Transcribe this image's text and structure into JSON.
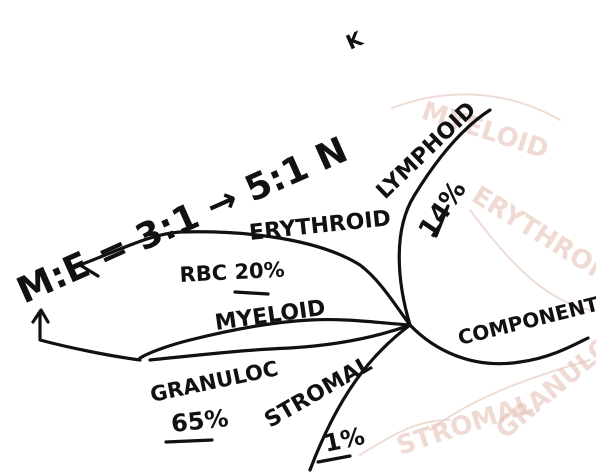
{
  "ink_color": "#111111",
  "ghost_color": "#e3bdb2",
  "ratio_note": "M:E = 3:1 → 5:1 N",
  "ratio_note_suffix": "K",
  "branches": [
    {
      "title": "ERYTHROID",
      "detail": "RBC 20%"
    },
    {
      "title": "MYELOID",
      "detail": ""
    },
    {
      "title": "GRANULOC",
      "detail": "65%"
    },
    {
      "title": "STROMAL",
      "detail": "1%"
    },
    {
      "title": "LYMPHOID",
      "detail": "14%"
    },
    {
      "title": "COMPONENTS",
      "detail": ""
    }
  ],
  "ghost_words": [
    "MYELOID",
    "ERYTHROID",
    "STROMAL",
    "GRANULOC"
  ]
}
